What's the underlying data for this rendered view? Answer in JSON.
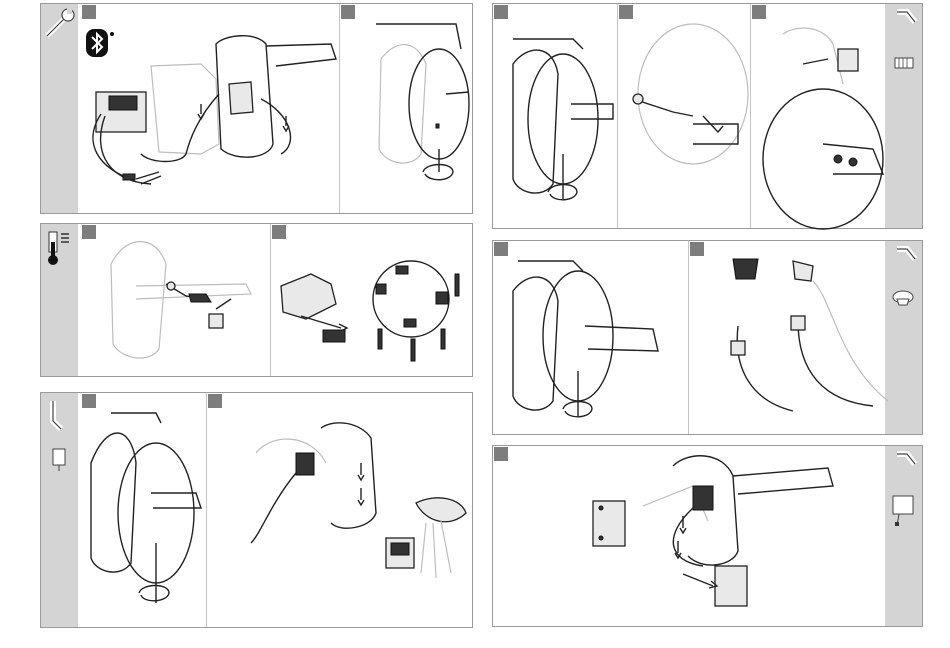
{
  "document": {
    "type": "installation-instruction-sheet",
    "panels": [
      {
        "id": "A",
        "steps": 2,
        "tool_icon": "wrench-icon",
        "feature_icon": "bluetooth-icon"
      },
      {
        "id": "B",
        "steps": 3,
        "tool_icons": [
          "hex-key-icon",
          "adapter-plug-icon"
        ]
      },
      {
        "id": "C",
        "steps": 2,
        "tool_icon": "temperature-sensor-icon"
      },
      {
        "id": "D",
        "steps": 2,
        "tool_icons": [
          "hex-key-icon",
          "aerator-icon"
        ]
      },
      {
        "id": "E",
        "steps": 2,
        "tool_icons": [
          "hex-key-icon",
          "solenoid-valve-icon"
        ]
      },
      {
        "id": "F",
        "steps": 1,
        "tool_icons": [
          "hex-key-icon",
          "power-supply-icon"
        ]
      }
    ],
    "colors": {
      "frame": "#9a9a9a",
      "strip": "#d4d4d4",
      "step_marker": "#7d7d7d",
      "line": "#222222"
    }
  }
}
